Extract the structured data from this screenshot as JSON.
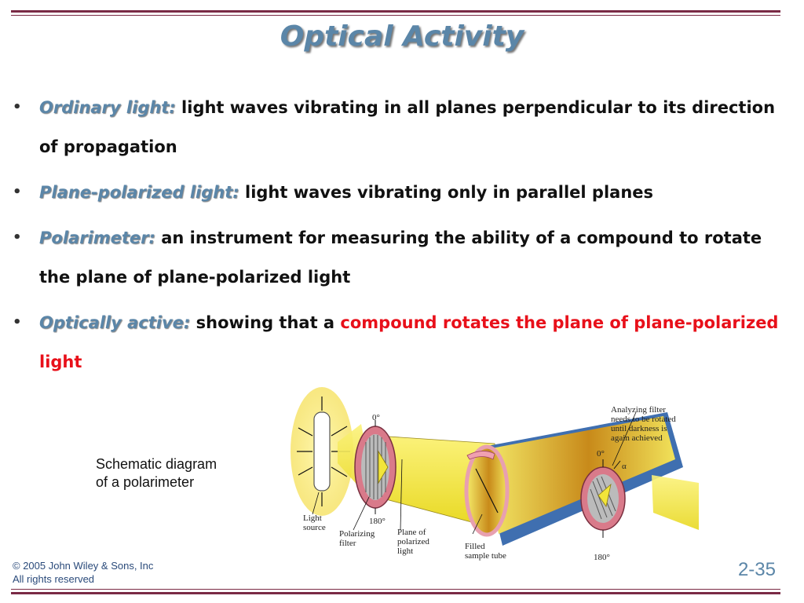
{
  "slide": {
    "title": "Optical Activity",
    "bullets": [
      {
        "term": "Ordinary light:",
        "text": "light waves vibrating in all planes perpendicular to its direction of propagation",
        "highlight": ""
      },
      {
        "term": "Plane-polarized light:",
        "text": "light waves vibrating only in parallel planes",
        "highlight": ""
      },
      {
        "term": "Polarimeter:",
        "text": "an instrument for measuring the ability of a compound to rotate the plane of plane-polarized light",
        "highlight": ""
      },
      {
        "term": "Optically active:",
        "text": "showing that a",
        "highlight": "compound rotates the plane of plane-polarized light"
      }
    ],
    "caption_line1": "Schematic diagram",
    "caption_line2": "of a polarimeter",
    "diagram_labels": {
      "light_source_1": "Light",
      "light_source_2": "source",
      "polarizing_1": "Polarizing",
      "polarizing_2": "filter",
      "plane_1": "Plane of",
      "plane_2": "polarized",
      "plane_3": "light",
      "sample_1": "Filled",
      "sample_2": "sample tube",
      "analyzing_1": "Analyzing filter",
      "analyzing_2": "needs to be rotated",
      "analyzing_3": "until darkness is",
      "analyzing_4": "again achieved",
      "deg0_a": "0°",
      "deg180_a": "180°",
      "deg0_b": "0°",
      "deg180_b": "180°",
      "alpha": "α"
    },
    "footer_line1": "© 2005 John Wiley & Sons, Inc",
    "footer_line2": "All rights reserved",
    "slide_number": "2-35"
  },
  "colors": {
    "accent": "#5b86a8",
    "rule": "#7a2a45",
    "highlight": "#e8101a",
    "beam": "#f2e53a",
    "tube": "#3f6fb0",
    "filter": "#d97a8a"
  }
}
